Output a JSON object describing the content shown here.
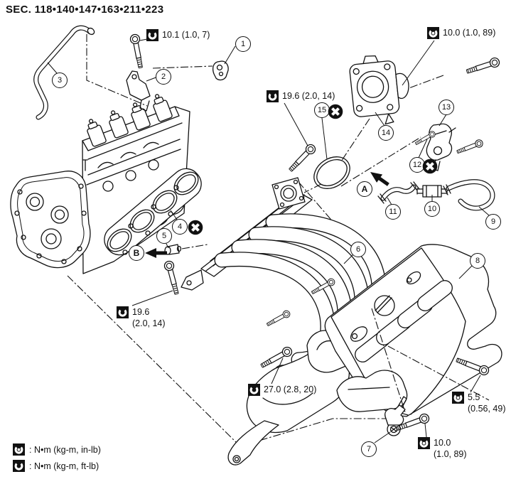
{
  "header": {
    "section_line": "SEC. 118•140•147•163•211•223"
  },
  "torque_labels": {
    "t1": "10.1 (1.0, 7)",
    "t2": "10.0 (1.0, 89)",
    "t3": "19.6 (2.0, 14)",
    "t4_line1": "19.6",
    "t4_line2": "(2.0, 14)",
    "t5": "27.0 (2.8, 20)",
    "t6_line1": "5.5",
    "t6_line2": "(0.56, 49)",
    "t7_line1": "10.0",
    "t7_line2": "(1.0, 89)"
  },
  "callouts": {
    "c1": "1",
    "c2": "2",
    "c3": "3",
    "c4": "4",
    "c5": "5",
    "c6": "6",
    "c7": "7",
    "c8": "8",
    "c9": "9",
    "c10": "10",
    "c11": "11",
    "c12": "12",
    "c13": "13",
    "c14": "14",
    "c15": "15",
    "cA": "A",
    "cB": "B"
  },
  "legend": {
    "in_lb": ": N•m (kg-m, in-lb)",
    "ft_lb": ": N•m (kg-m, ft-lb)"
  },
  "icons": {
    "in_lb_symbol": "black-square-open-wrench-with-dot",
    "ft_lb_symbol": "black-square-open-wrench",
    "non_reusable_symbol": "black-circle-white-x"
  },
  "colors": {
    "ink": "#111111",
    "paper": "#ffffff"
  }
}
